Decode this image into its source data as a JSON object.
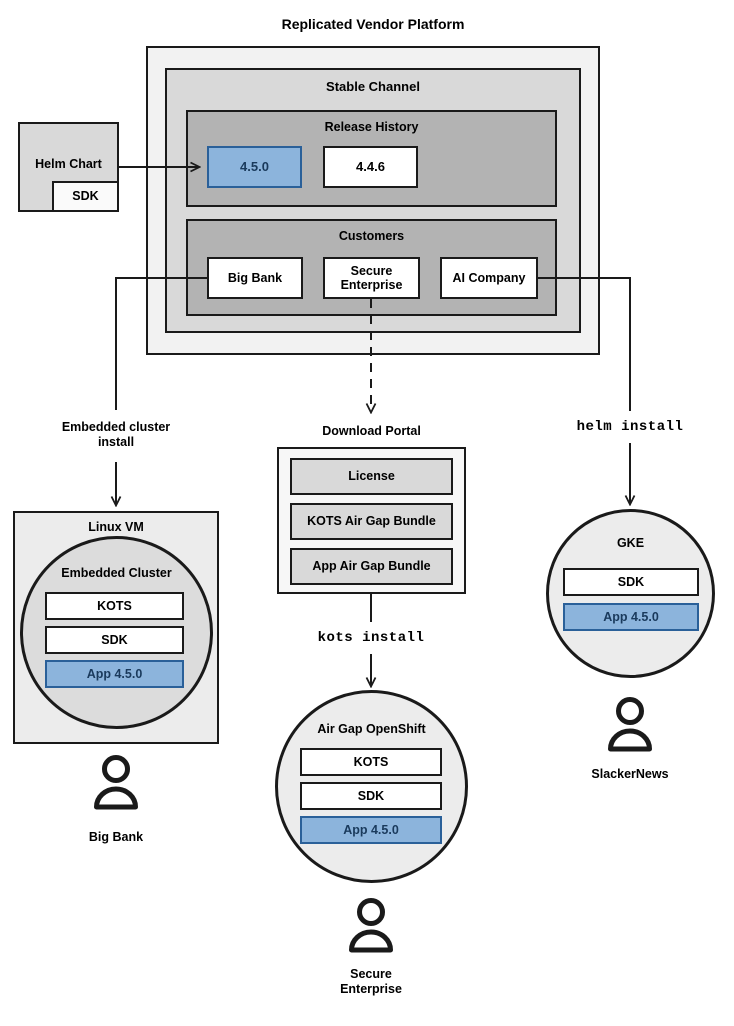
{
  "diagram": {
    "title": "Replicated Vendor Platform",
    "type": "architecture-flow"
  },
  "platform": {
    "title": "Replicated Vendor Platform",
    "channel": {
      "title": "Stable Channel",
      "release_history": {
        "title": "Release History",
        "releases": [
          {
            "version": "4.5.0",
            "highlighted": true
          },
          {
            "version": "4.4.6",
            "highlighted": false
          }
        ]
      },
      "customers": {
        "title": "Customers",
        "items": [
          {
            "name": "Big Bank"
          },
          {
            "name": "Secure\nEnterprise"
          },
          {
            "name": "AI Company"
          }
        ]
      }
    }
  },
  "source": {
    "helm_chart": {
      "title": "Helm Chart",
      "sdk": "SDK"
    }
  },
  "flows": {
    "embedded": {
      "label": "Embedded cluster\ninstall",
      "mono": false
    },
    "kots": {
      "label": "kots install",
      "mono": true
    },
    "helm": {
      "label": "helm install",
      "mono": true
    }
  },
  "targets": {
    "linux_vm": {
      "title": "Linux VM",
      "cluster_title": "Embedded Cluster",
      "components": [
        {
          "label": "KOTS",
          "highlighted": false
        },
        {
          "label": "SDK",
          "highlighted": false
        },
        {
          "label": "App 4.5.0",
          "highlighted": true
        }
      ],
      "customer": "Big Bank"
    },
    "download_portal": {
      "title": "Download Portal",
      "artifacts": [
        {
          "label": "License"
        },
        {
          "label": "KOTS Air Gap Bundle"
        },
        {
          "label": "App Air Gap Bundle"
        }
      ]
    },
    "airgap_openshift": {
      "title": "Air Gap OpenShift",
      "components": [
        {
          "label": "KOTS",
          "highlighted": false
        },
        {
          "label": "SDK",
          "highlighted": false
        },
        {
          "label": "App 4.5.0",
          "highlighted": true
        }
      ],
      "customer": "Secure\nEnterprise"
    },
    "gke": {
      "title": "GKE",
      "components": [
        {
          "label": "SDK",
          "highlighted": false
        },
        {
          "label": "App 4.5.0",
          "highlighted": true
        }
      ],
      "customer": "SlackerNews"
    }
  },
  "colors": {
    "accent_blue": "#8cb4dc",
    "accent_blue_border": "#2a6099",
    "accent_blue_text": "#1a3a5c",
    "stroke": "#1a1a1a",
    "layer1": "#f2f2f2",
    "layer2": "#d9d9d9",
    "layer3": "#b3b3b3"
  }
}
